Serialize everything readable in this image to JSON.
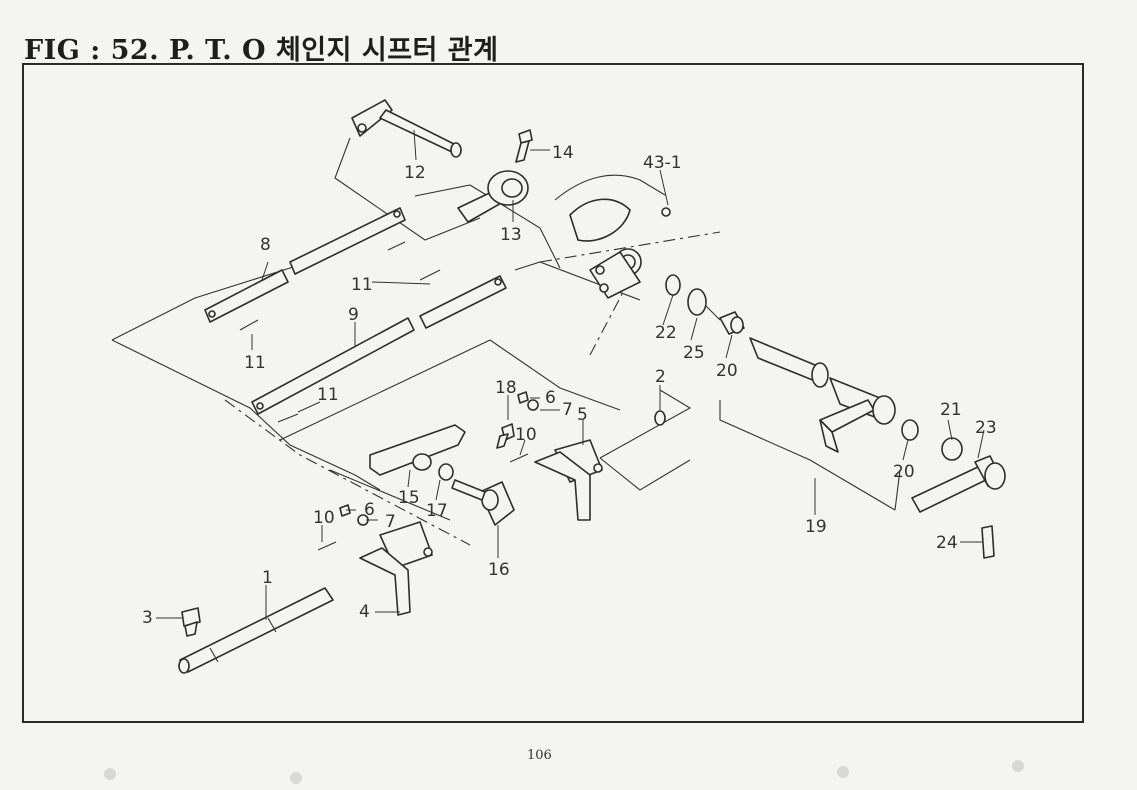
{
  "header": {
    "title": "FIG : 52.  P. T. O 체인지 시프터 관계"
  },
  "footer": {
    "page_number": "106"
  },
  "callouts": {
    "p1": "1",
    "p2": "2",
    "p3": "3",
    "p4": "4",
    "p5": "5",
    "p6a": "6",
    "p6b": "6",
    "p7a": "7",
    "p7b": "7",
    "p8": "8",
    "p9": "9",
    "p10a": "10",
    "p10b": "10",
    "p11a": "11",
    "p11b": "11",
    "p11c": "11",
    "p12": "12",
    "p13": "13",
    "p14": "14",
    "p15": "15",
    "p16": "16",
    "p17": "17",
    "p18": "18",
    "p19": "19",
    "p20a": "20",
    "p20b": "20",
    "p21": "21",
    "p22": "22",
    "p23": "23",
    "p24": "24",
    "p25": "25",
    "p43": "43-1"
  }
}
